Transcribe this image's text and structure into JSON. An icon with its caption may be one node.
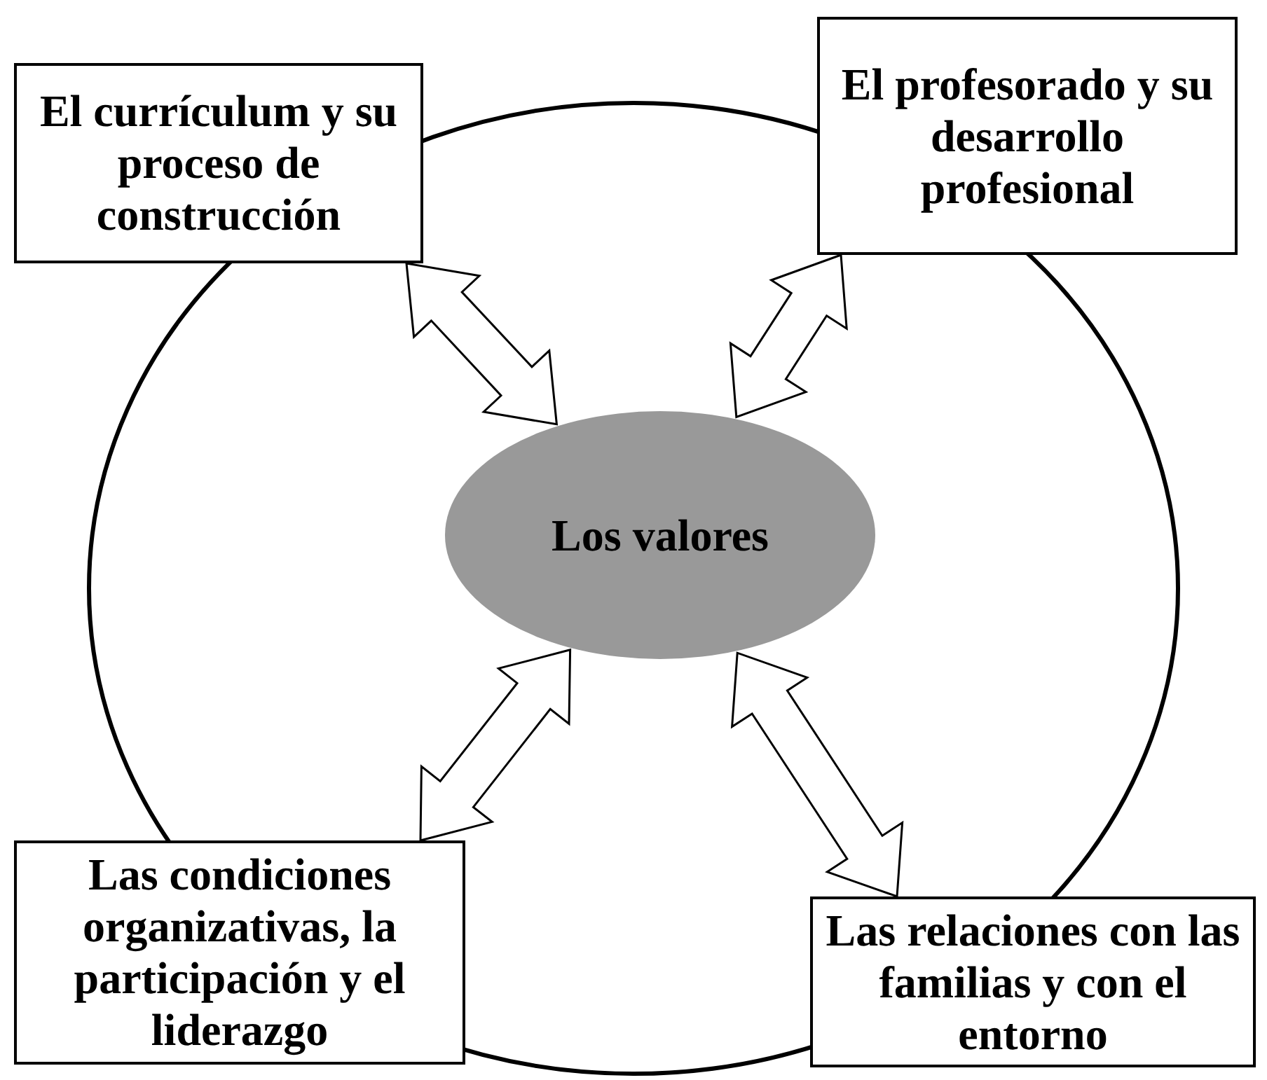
{
  "diagram": {
    "nodes": [
      {
        "text": [],
        "shape": "circle"
      },
      {
        "text": [
          "El currículum y su proceso de construcción"
        ]
      },
      {
        "text": [
          "El profesorado y su desarrollo profesional"
        ]
      },
      {
        "text": [
          "Los valores"
        ],
        "in": 0
      },
      {
        "text": [
          "Las condiciones organizativas, la participación y el liderazgo"
        ]
      },
      {
        "text": [
          "Las relaciones con las familias y con el entorno"
        ]
      }
    ],
    "edges": [
      {
        "from": 1,
        "to": 3,
        "arrow": "both"
      },
      {
        "from": 2,
        "to": 3,
        "arrow": "both"
      },
      {
        "from": 4,
        "to": 3,
        "arrow": "both"
      },
      {
        "from": 5,
        "to": 3,
        "arrow": "both"
      }
    ]
  }
}
